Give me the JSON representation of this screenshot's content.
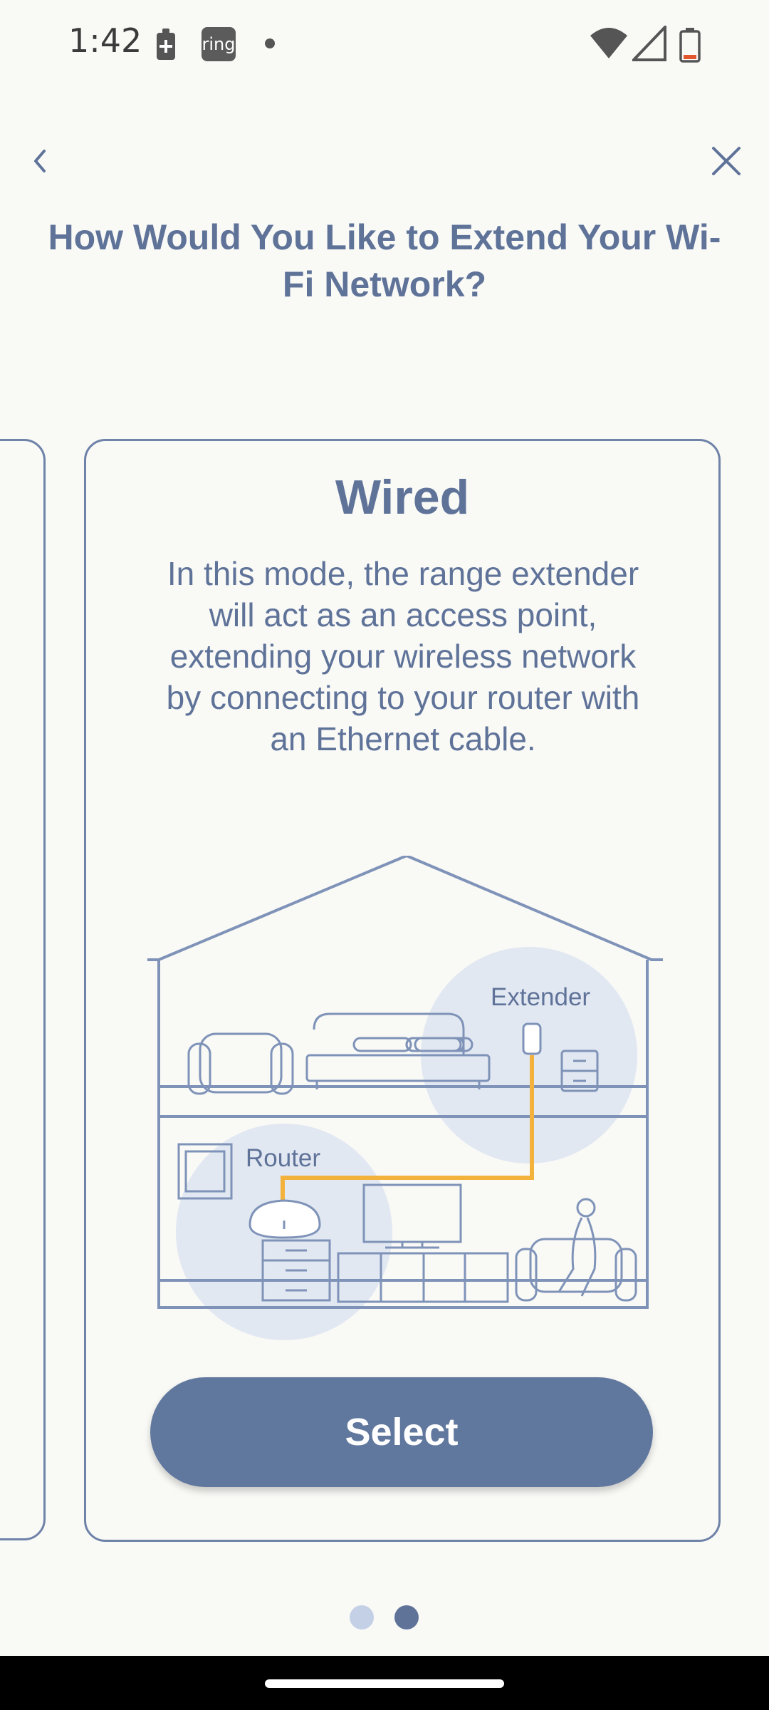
{
  "status_bar": {
    "time": "1:42",
    "notification_badge": "ring",
    "icons": [
      "battery-saver-icon",
      "ring-app-icon",
      "notification-dot-icon",
      "wifi-icon",
      "signal-icon",
      "battery-icon"
    ]
  },
  "nav": {
    "back_icon": "chevron-left-icon",
    "close_icon": "close-icon"
  },
  "page": {
    "title": "How Would You Like to Extend Your Wi-Fi Network?"
  },
  "card": {
    "title": "Wired",
    "description": "In this mode, the range extender will act as an access point, extending your wireless network by connecting to your router with an Ethernet cable.",
    "illustration": {
      "extender_label": "Extender",
      "router_label": "Router"
    },
    "select_label": "Select"
  },
  "pager": {
    "total": 2,
    "active_index": 1
  },
  "colors": {
    "background": "#f9f9f6",
    "accent": "#5f7399",
    "button": "#61789e",
    "cable": "#f3b23c",
    "wifi_zone": "#e2e8f2",
    "dot_inactive": "#c4d0e6"
  }
}
